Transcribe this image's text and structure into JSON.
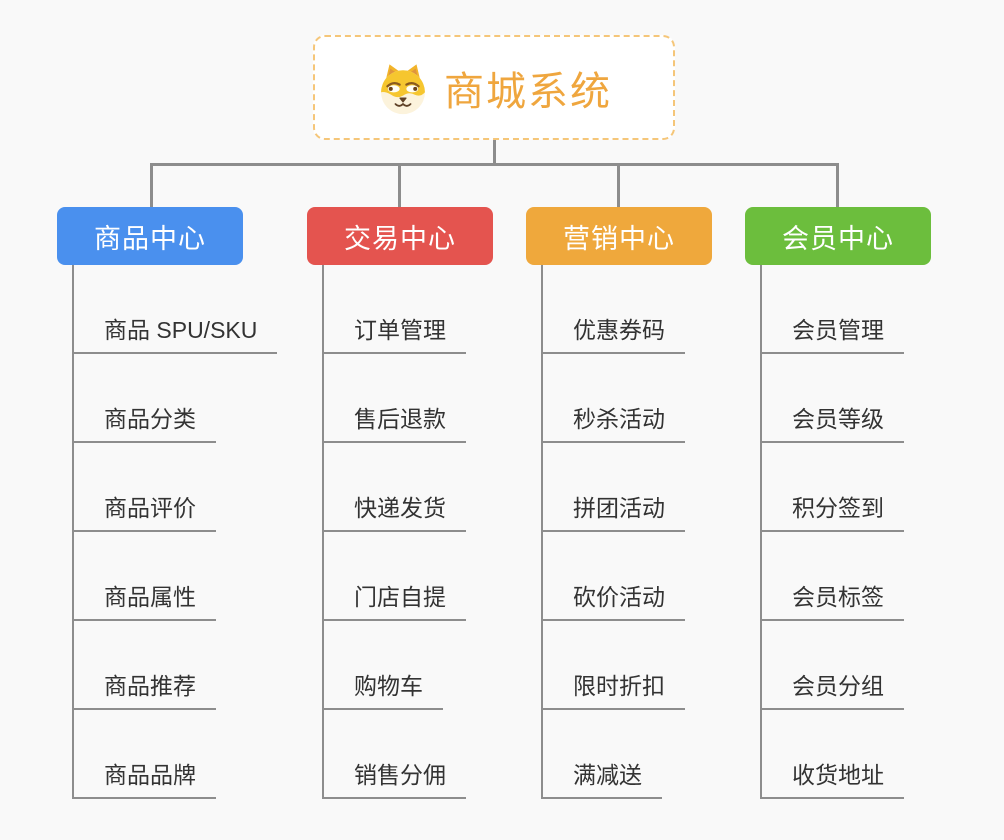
{
  "canvas": {
    "background": "#F9F9F9",
    "line_color": "#8D8D8D"
  },
  "root": {
    "title": "商城系统",
    "title_color": "#EFA63E",
    "border_color": "#F5C679",
    "icon": "doge-dog-face-icon"
  },
  "branches": [
    {
      "label": "商品中心",
      "color": "#4A90EE",
      "items": [
        "商品 SPU/SKU",
        "商品分类",
        "商品评价",
        "商品属性",
        "商品推荐",
        "商品品牌"
      ]
    },
    {
      "label": "交易中心",
      "color": "#E4544F",
      "items": [
        "订单管理",
        "售后退款",
        "快递发货",
        "门店自提",
        "购物车",
        "销售分佣"
      ]
    },
    {
      "label": "营销中心",
      "color": "#EFA83C",
      "items": [
        "优惠券码",
        "秒杀活动",
        "拼团活动",
        "砍价活动",
        "限时折扣",
        "满减送"
      ]
    },
    {
      "label": "会员中心",
      "color": "#6CBE3D",
      "items": [
        "会员管理",
        "会员等级",
        "积分签到",
        "会员标签",
        "会员分组",
        "收货地址"
      ]
    }
  ]
}
